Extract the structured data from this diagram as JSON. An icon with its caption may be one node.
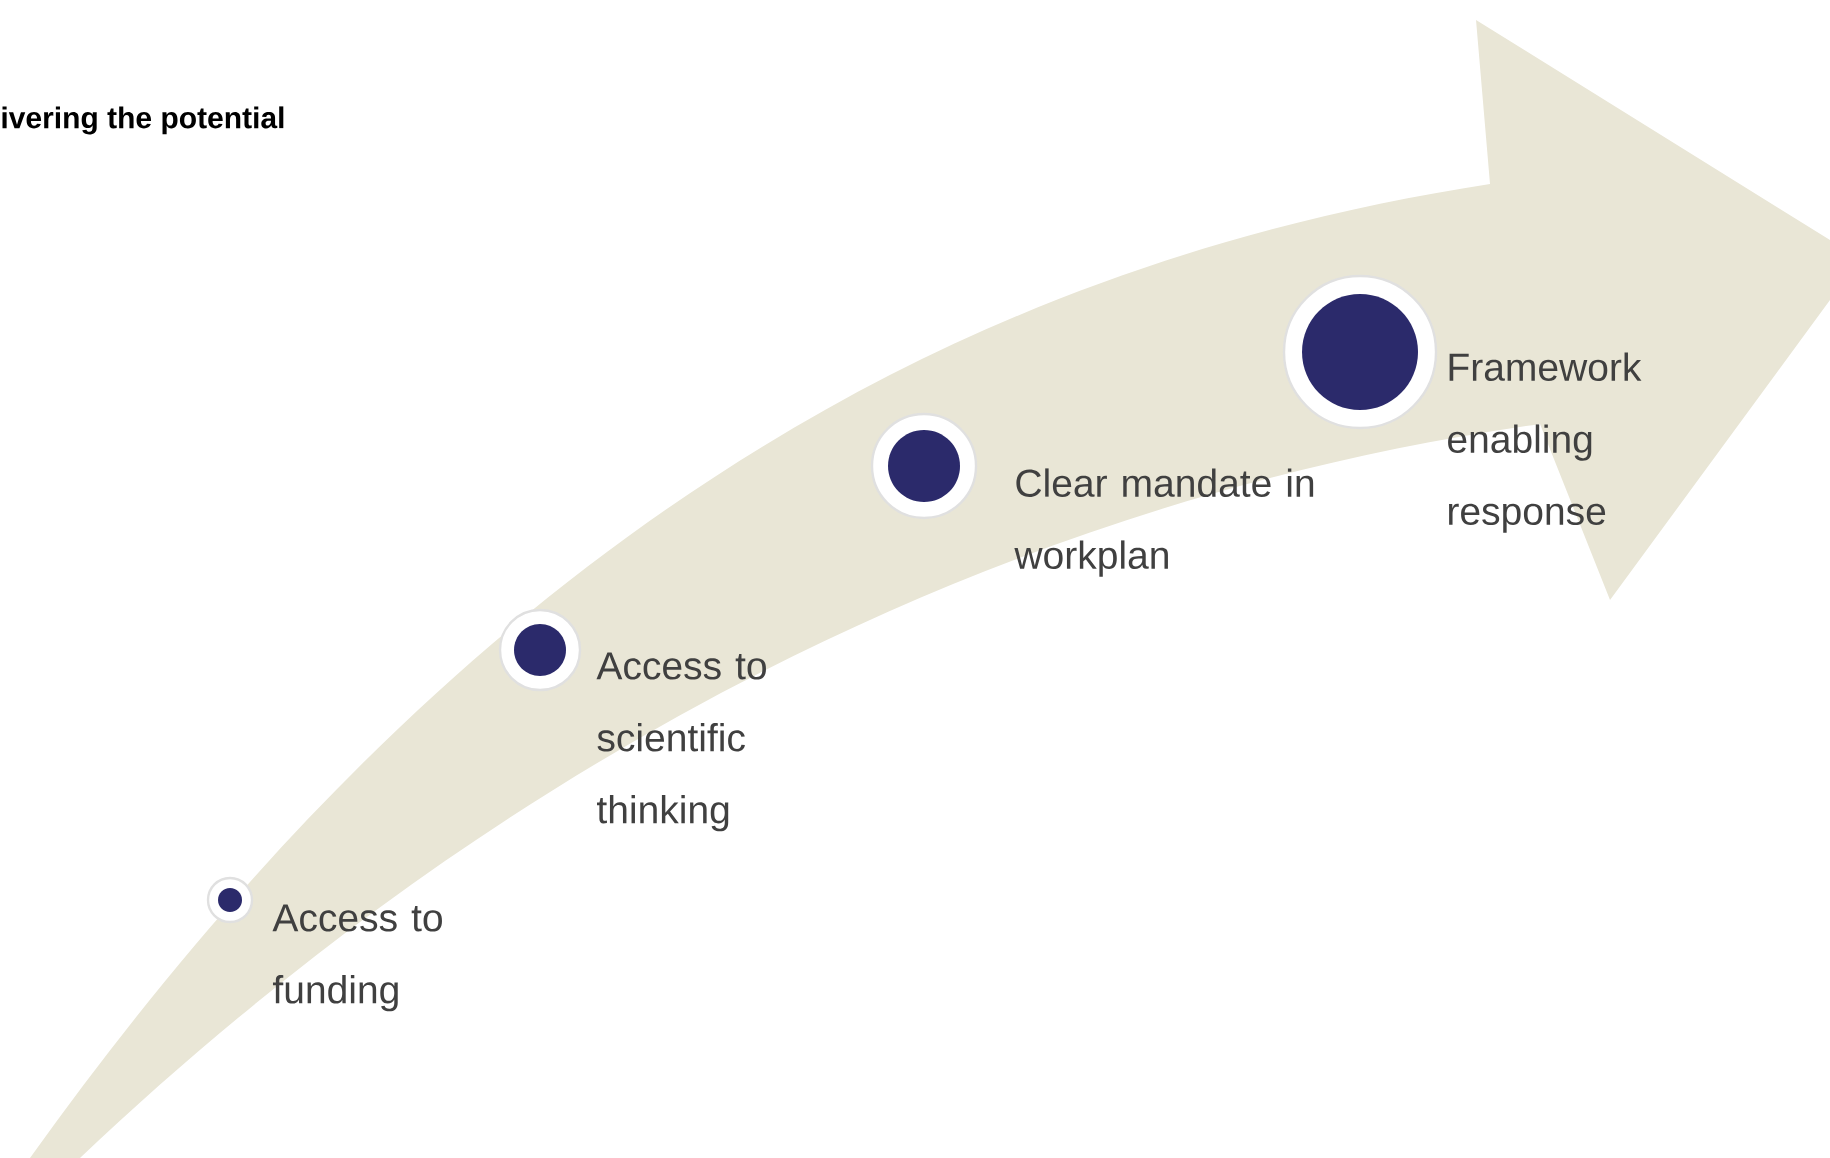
{
  "diagram": {
    "title": "ivering the potential",
    "nodes": [
      {
        "text": [],
        "shape": "circle",
        "beside": [
          "Access to funding"
        ]
      },
      {
        "text": [],
        "shape": "circle",
        "beside": [
          "Access to scientific thinking"
        ]
      },
      {
        "text": [],
        "shape": "circle",
        "beside": [
          "Clear mandate in workplan"
        ]
      },
      {
        "text": [],
        "shape": "circle",
        "beside": [
          "Framework enabling response"
        ]
      }
    ]
  }
}
